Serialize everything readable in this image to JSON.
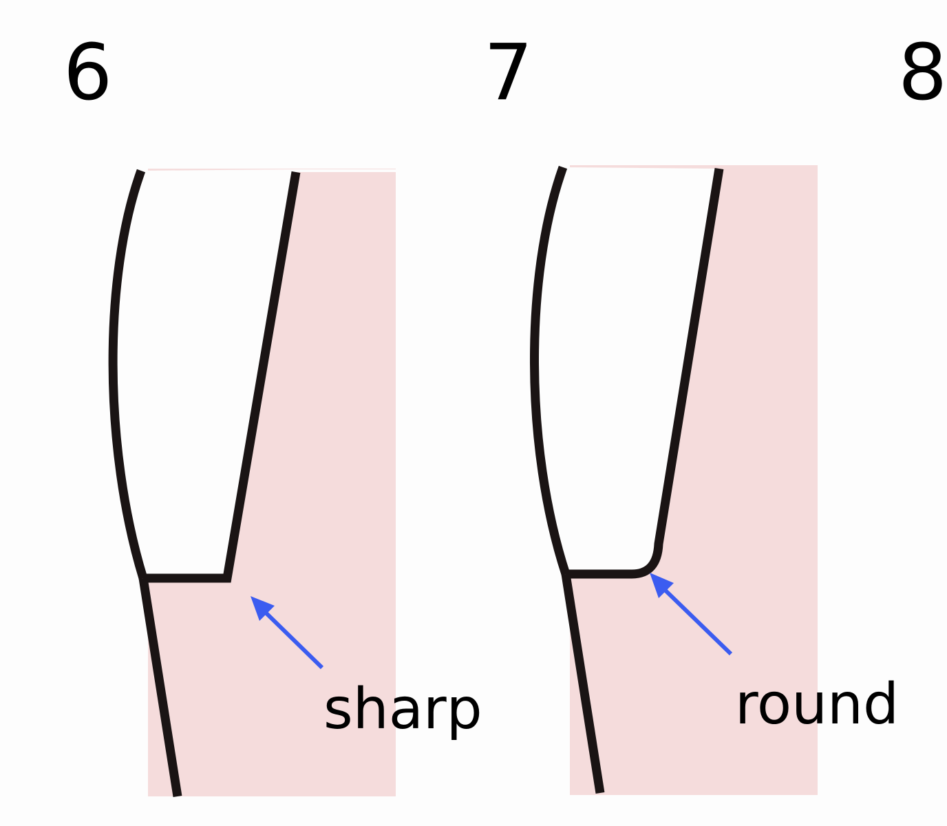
{
  "panels": [
    {
      "number": "6",
      "label": "sharp",
      "corner": "sharp"
    },
    {
      "number": "7",
      "label": "round",
      "corner": "round"
    },
    {
      "number": "8"
    }
  ],
  "colors": {
    "fill": "#f5dcdc",
    "outline": "#1a1414",
    "arrow": "#3b5cf0"
  }
}
